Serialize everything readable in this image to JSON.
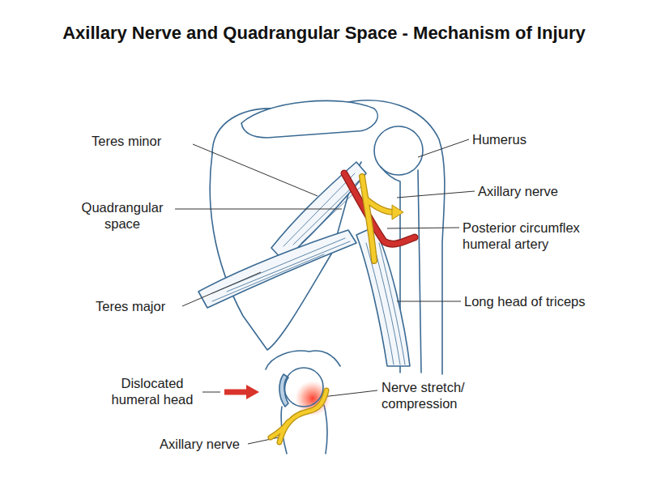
{
  "diagram": {
    "title": "Axillary Nerve and Quadrangular Space - Mechanism of Injury",
    "labels": [
      "Teres minor",
      "Quadrangular space",
      "Teres major",
      "Humerus",
      "Axillary nerve",
      "Posterior circumflex humeral artery",
      "Long head of triceps",
      "Dislocated humeral head",
      "Nerve stretch/ compression",
      "Axillary nerve"
    ]
  }
}
